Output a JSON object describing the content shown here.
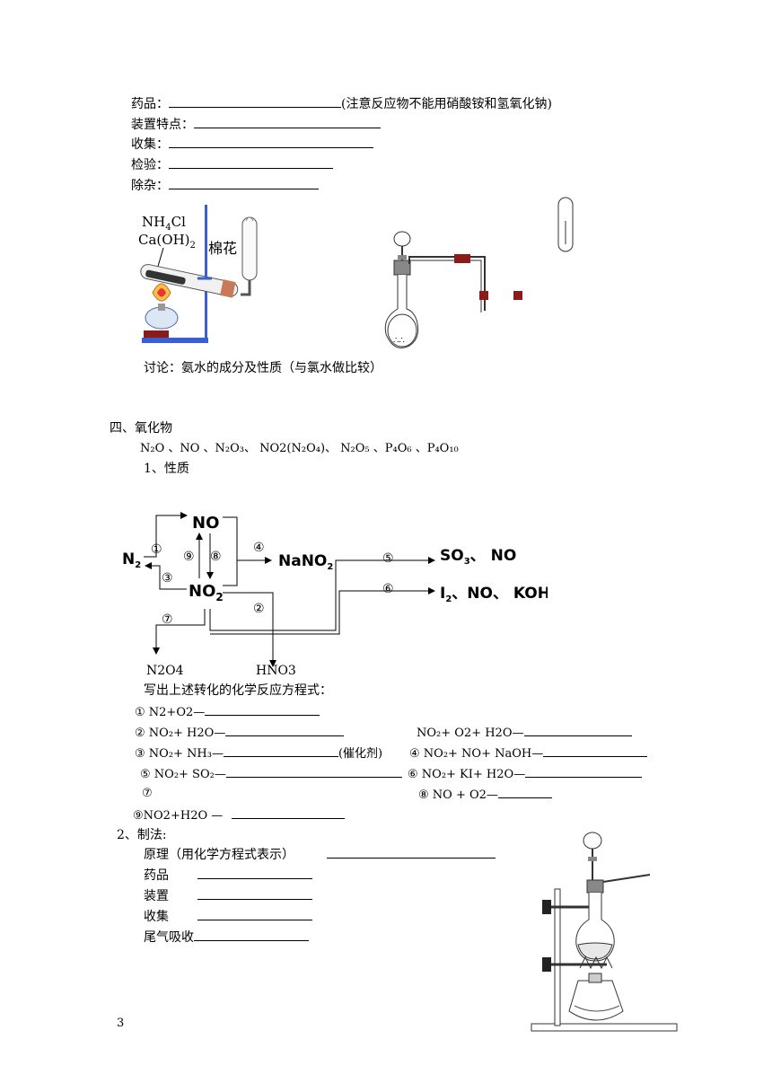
{
  "top": {
    "drug_label": "药品：",
    "drug_note": "(注意反应物不能用硝酸铵和氢氧化钠)",
    "device_label": "装置特点：",
    "collect_label": "收集：",
    "test_label": "检验：",
    "purify_label": "除杂：",
    "apparatus_left_formula1": "NH",
    "apparatus_left_formula1_sub": "4",
    "apparatus_left_formula1_tail": "Cl",
    "apparatus_left_formula2": "Ca(OH)",
    "apparatus_left_formula2_sub": "2",
    "apparatus_left_cotton": "棉花",
    "discussion": "讨论：氨水的成分及性质（与氯水做比较）"
  },
  "section4": {
    "heading": "四、氧化物",
    "oxides_line": "N₂O 、NO 、N₂O₃、 NO2(N₂O₄)、 N₂O₅ 、P₄O₆ 、P₄O₁₀",
    "sub1": "1、性质"
  },
  "diagram": {
    "NO": "NO",
    "N2": "N",
    "N2_sub": "2",
    "NO2": "NO",
    "NO2_sub": "2",
    "NaNO2": "NaNO",
    "NaNO2_sub": "2",
    "SO3_NO": "SO",
    "SO3_sub": "3",
    "SO3_tail": "、 NO",
    "I2": "I",
    "I2_sub": "2",
    "I2_tail": "、NO、 KOH",
    "n1": "①",
    "n2": "②",
    "n3": "③",
    "n4": "④",
    "n5": "⑤",
    "n6": "⑥",
    "n7": "⑦",
    "n8": "⑧",
    "n9": "⑨",
    "N2O4": "N2O4",
    "HNO3": "HNO3"
  },
  "equations": {
    "intro": "写出上述转化的化学反应方程式：",
    "e1": "①  N2+O2—",
    "e2": "② NO₂+ H2O—",
    "e2b": "NO₂+ O2+    H2O—",
    "e3": "③ NO₂+    NH₃—",
    "e3_note": "(催化剂)",
    "e4": "④ NO₂+ NO+    NaOH—",
    "e5": "⑤ NO₂+ SO₂—",
    "e6": "⑥ NO₂+    KI+ H2O—",
    "e7": "⑦",
    "e8": "⑧    NO + O2—",
    "e9": "⑨NO2+H2O  —"
  },
  "prep": {
    "heading": "2、制法:",
    "principle": "原理（用化学方程式表示）",
    "drug": "药品",
    "device": "装置",
    "collect": "收集",
    "tail_gas": "尾气吸收"
  },
  "page_number": "3"
}
